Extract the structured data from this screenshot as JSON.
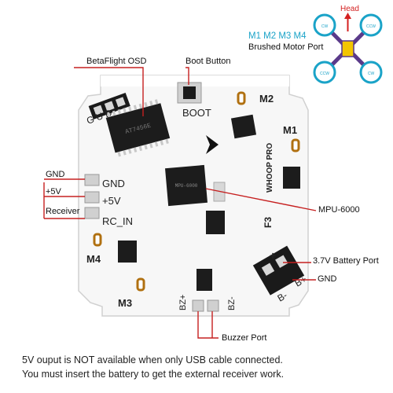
{
  "diagram": {
    "motor_labels": "M1 M2 M3 M4",
    "brushed_motor_port": "Brushed Motor Port",
    "head": "Head",
    "motor_icon_text": [
      "CW",
      "CCW",
      "CCW",
      "CW"
    ],
    "callouts": {
      "betaflight_osd": "BetaFlight OSD",
      "boot_button": "Boot Button",
      "gnd": "GND",
      "plus5v": "+5V",
      "receiver": "Receiver",
      "mpu": "MPU-6000",
      "battery_port": "3.7V Battery Port",
      "gnd_right": "GND",
      "buzzer_port": "Buzzer Port"
    },
    "board_silkscreen": {
      "m1": "M1",
      "m2": "M2",
      "m3": "M3",
      "m4": "M4",
      "boot": "BOOT",
      "pad_gnd": "GND",
      "pad_5v": "+5V",
      "pad_rcin": "RC_IN",
      "gud": "G U D",
      "whoop": "WHOOP PRO",
      "f3": "F3",
      "bz_plus": "BZ+",
      "bz_minus": "BZ-",
      "b_plus": "B+",
      "b_minus": "B-",
      "plus": "+",
      "minus": "-",
      "osd_chip": "AT7456E",
      "mpu_chip": "MPU-6000"
    },
    "notes": [
      "5V ouput is NOT available when only USB cable connected.",
      "You must insert the battery to get the external receiver work."
    ]
  },
  "colors": {
    "callout_line": "#c62020",
    "motor_accent": "#1aa3c8",
    "head_arrow": "#d42020",
    "frame": "#5a3a8a"
  }
}
